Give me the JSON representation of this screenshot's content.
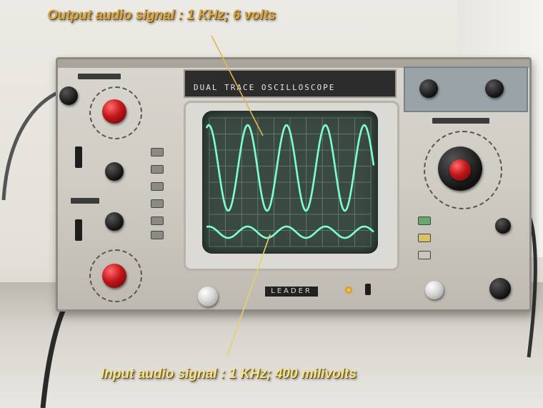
{
  "annotations": {
    "output": "Output audio signal : 1 KHz; 6 volts",
    "input": "Input audio signal : 1 KHz; 400 milivolts"
  },
  "device": {
    "title": "DUAL TRACE OSCILLOSCOPE",
    "brand": "LEADER"
  },
  "colors": {
    "trace": "#7fffd0",
    "annotation_top": "#d8a747",
    "annotation_bottom": "#f3e58d",
    "knob_red": "#c4161a"
  },
  "icons": [
    "bnc-connector-icon",
    "rotary-knob-icon",
    "power-lamp-icon"
  ]
}
